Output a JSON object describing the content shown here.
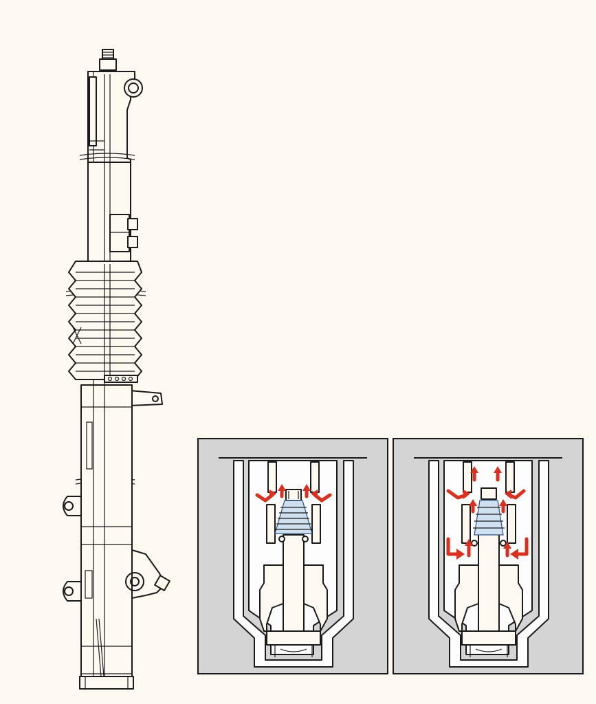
{
  "figure": {
    "left_drawing": "steering-rack-assembly",
    "panels": [
      {
        "id": "valve-closed",
        "flow_arrows": 4
      },
      {
        "id": "valve-open",
        "flow_arrows": 10
      }
    ]
  },
  "colors": {
    "background": "#fdf8f0",
    "line": "#1a1a1a",
    "panel_fill": "#d4d4d4",
    "arrow": "#d9301f",
    "spring": "#cfe0f0"
  }
}
